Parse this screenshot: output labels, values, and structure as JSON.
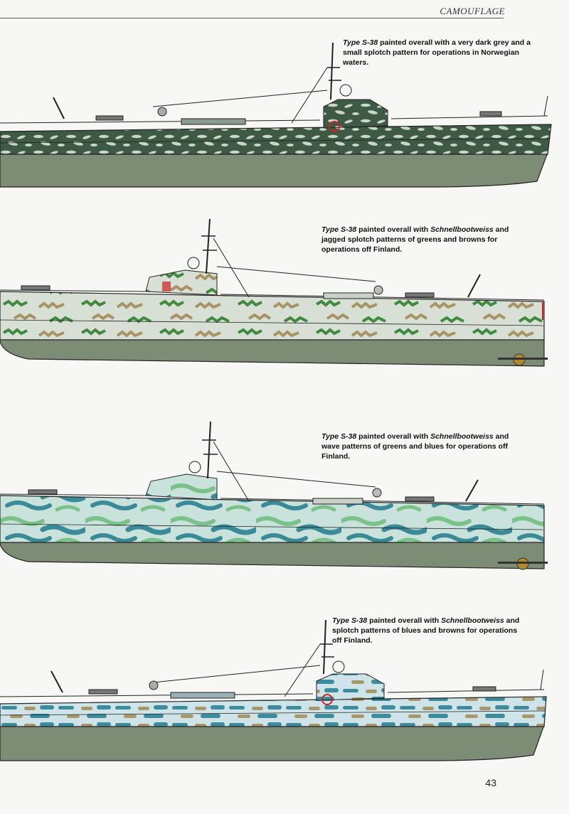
{
  "header": {
    "running_head": "CAMOUFLAGE"
  },
  "page_number": "43",
  "captions": [
    {
      "type_label": "Type S-38",
      "rest": " painted overall with a very dark grey and a small splotch pattern for operations in Norwegian waters."
    },
    {
      "type_label": "Type S-38",
      "pre": " painted overall with ",
      "paint": "Schnellbootweiss",
      "post": " and jagged splotch patterns of greens and browns for operations off Finland."
    },
    {
      "type_label": "Type S-38",
      "pre": " painted overall with ",
      "paint": "Schnellbootweiss",
      "post": " and wave patterns of greens and blues for operations off Finland."
    },
    {
      "type_label": "Type S-38",
      "pre": " painted overall with ",
      "paint": "Schnellbootweiss",
      "post": " and splotch patterns of blues and browns for operations off Finland."
    }
  ],
  "colors": {
    "hull_lower": "#7d8c74",
    "boat1_base": "#3f5a44",
    "boat1_splotch": "#c9d6cc",
    "boat2_base": "#d8dfd4",
    "boat2_green": "#3f8a3e",
    "boat2_brown": "#a89366",
    "boat3_base": "#c9e2dc",
    "boat3_green": "#7bc28a",
    "boat3_blue": "#3a8a97",
    "boat4_base": "#cfe4e8",
    "boat4_blue": "#3c8c9e",
    "boat4_brown": "#a9976c"
  }
}
